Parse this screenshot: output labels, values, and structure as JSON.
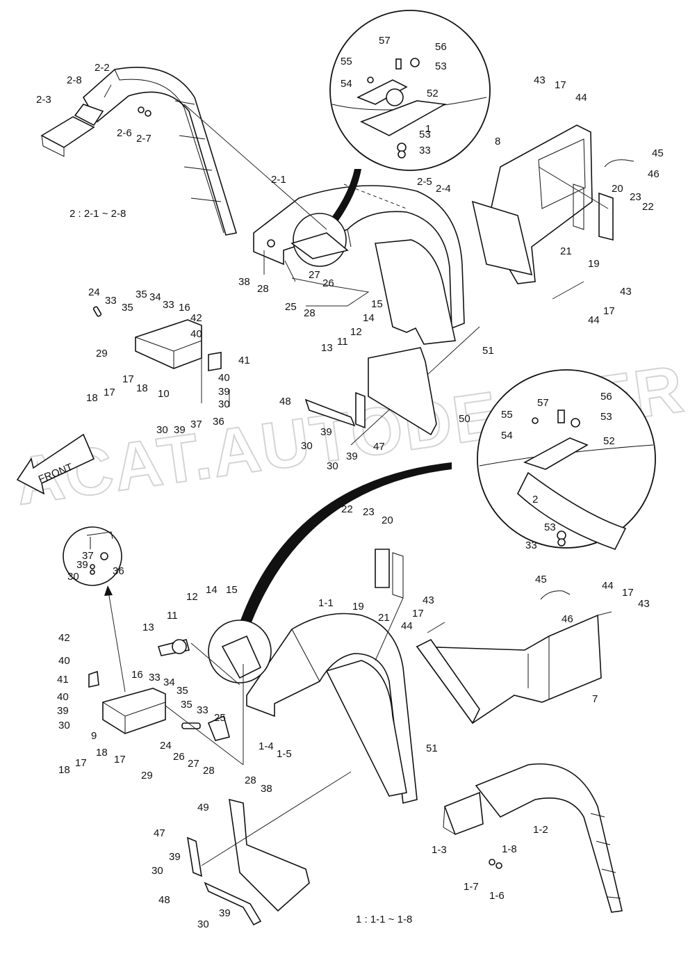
{
  "watermark": "ACAT.AUTODEALER.RU",
  "front_arrow_label": "FRONT",
  "group_notes": {
    "top": "2 : 2-1 ~ 2-8",
    "bottom": "1 : 1-1 ~ 1-8"
  },
  "callouts": [
    {
      "id": "c1",
      "text": "2-3"
    },
    {
      "id": "c2",
      "text": "2-8"
    },
    {
      "id": "c3",
      "text": "2-2"
    },
    {
      "id": "c4",
      "text": "2-6"
    },
    {
      "id": "c5",
      "text": "2-7"
    },
    {
      "id": "c6",
      "text": "57"
    },
    {
      "id": "c7",
      "text": "56"
    },
    {
      "id": "c8",
      "text": "55"
    },
    {
      "id": "c9",
      "text": "53"
    },
    {
      "id": "c10",
      "text": "54"
    },
    {
      "id": "c11",
      "text": "52"
    },
    {
      "id": "c12",
      "text": "1"
    },
    {
      "id": "c13",
      "text": "53"
    },
    {
      "id": "c14",
      "text": "33"
    },
    {
      "id": "c15",
      "text": "43"
    },
    {
      "id": "c16",
      "text": "17"
    },
    {
      "id": "c17",
      "text": "44"
    },
    {
      "id": "c18",
      "text": "8"
    },
    {
      "id": "c19",
      "text": "45"
    },
    {
      "id": "c20",
      "text": "46"
    },
    {
      "id": "c21",
      "text": "20"
    },
    {
      "id": "c22",
      "text": "23"
    },
    {
      "id": "c23",
      "text": "22"
    },
    {
      "id": "c24",
      "text": "21"
    },
    {
      "id": "c25",
      "text": "19"
    },
    {
      "id": "c26",
      "text": "43"
    },
    {
      "id": "c27",
      "text": "17"
    },
    {
      "id": "c28",
      "text": "44"
    },
    {
      "id": "c29",
      "text": "2-1"
    },
    {
      "id": "c30",
      "text": "2-5"
    },
    {
      "id": "c31",
      "text": "2-4"
    },
    {
      "id": "c32",
      "text": "38"
    },
    {
      "id": "c33",
      "text": "28"
    },
    {
      "id": "c34",
      "text": "27"
    },
    {
      "id": "c35",
      "text": "26"
    },
    {
      "id": "c36",
      "text": "25"
    },
    {
      "id": "c37",
      "text": "28"
    },
    {
      "id": "c38",
      "text": "15"
    },
    {
      "id": "c39",
      "text": "14"
    },
    {
      "id": "c40",
      "text": "12"
    },
    {
      "id": "c41",
      "text": "11"
    },
    {
      "id": "c42",
      "text": "13"
    },
    {
      "id": "c43",
      "text": "51"
    },
    {
      "id": "c44",
      "text": "24"
    },
    {
      "id": "c45",
      "text": "33"
    },
    {
      "id": "c46",
      "text": "35"
    },
    {
      "id": "c47",
      "text": "35"
    },
    {
      "id": "c48",
      "text": "34"
    },
    {
      "id": "c49",
      "text": "33"
    },
    {
      "id": "c50",
      "text": "16"
    },
    {
      "id": "c51",
      "text": "42"
    },
    {
      "id": "c52",
      "text": "40"
    },
    {
      "id": "c53",
      "text": "29"
    },
    {
      "id": "c54",
      "text": "41"
    },
    {
      "id": "c55",
      "text": "17"
    },
    {
      "id": "c56",
      "text": "18"
    },
    {
      "id": "c57",
      "text": "40"
    },
    {
      "id": "c58",
      "text": "39"
    },
    {
      "id": "c59",
      "text": "18"
    },
    {
      "id": "c60",
      "text": "17"
    },
    {
      "id": "c61",
      "text": "10"
    },
    {
      "id": "c62",
      "text": "30"
    },
    {
      "id": "c63",
      "text": "30"
    },
    {
      "id": "c64",
      "text": "39"
    },
    {
      "id": "c65",
      "text": "37"
    },
    {
      "id": "c66",
      "text": "36"
    },
    {
      "id": "c67",
      "text": "48"
    },
    {
      "id": "c68",
      "text": "39"
    },
    {
      "id": "c69",
      "text": "50"
    },
    {
      "id": "c70",
      "text": "30"
    },
    {
      "id": "c71",
      "text": "47"
    },
    {
      "id": "c72",
      "text": "30"
    },
    {
      "id": "c73",
      "text": "39"
    },
    {
      "id": "c74",
      "text": "57"
    },
    {
      "id": "c75",
      "text": "56"
    },
    {
      "id": "c76",
      "text": "55"
    },
    {
      "id": "c77",
      "text": "53"
    },
    {
      "id": "c78",
      "text": "54"
    },
    {
      "id": "c79",
      "text": "52"
    },
    {
      "id": "c80",
      "text": "2"
    },
    {
      "id": "c81",
      "text": "53"
    },
    {
      "id": "c82",
      "text": "33"
    },
    {
      "id": "c83",
      "text": "22"
    },
    {
      "id": "c84",
      "text": "23"
    },
    {
      "id": "c85",
      "text": "20"
    },
    {
      "id": "c86",
      "text": "19"
    },
    {
      "id": "c87",
      "text": "21"
    },
    {
      "id": "c88",
      "text": "37"
    },
    {
      "id": "c89",
      "text": "39"
    },
    {
      "id": "c90",
      "text": "36"
    },
    {
      "id": "c91",
      "text": "30"
    },
    {
      "id": "c92",
      "text": "14"
    },
    {
      "id": "c93",
      "text": "15"
    },
    {
      "id": "c94",
      "text": "12"
    },
    {
      "id": "c95",
      "text": "1-1"
    },
    {
      "id": "c96",
      "text": "11"
    },
    {
      "id": "c97",
      "text": "13"
    },
    {
      "id": "c98",
      "text": "42"
    },
    {
      "id": "c99",
      "text": "40"
    },
    {
      "id": "c100",
      "text": "41"
    },
    {
      "id": "c101",
      "text": "40"
    },
    {
      "id": "c102",
      "text": "39"
    },
    {
      "id": "c103",
      "text": "30"
    },
    {
      "id": "c104",
      "text": "16"
    },
    {
      "id": "c105",
      "text": "33"
    },
    {
      "id": "c106",
      "text": "34"
    },
    {
      "id": "c107",
      "text": "35"
    },
    {
      "id": "c108",
      "text": "9"
    },
    {
      "id": "c109",
      "text": "35"
    },
    {
      "id": "c110",
      "text": "33"
    },
    {
      "id": "c111",
      "text": "25"
    },
    {
      "id": "c112",
      "text": "24"
    },
    {
      "id": "c113",
      "text": "18"
    },
    {
      "id": "c114",
      "text": "17"
    },
    {
      "id": "c115",
      "text": "18"
    },
    {
      "id": "c116",
      "text": "17"
    },
    {
      "id": "c117",
      "text": "29"
    },
    {
      "id": "c118",
      "text": "26"
    },
    {
      "id": "c119",
      "text": "27"
    },
    {
      "id": "c120",
      "text": "28"
    },
    {
      "id": "c121",
      "text": "28"
    },
    {
      "id": "c122",
      "text": "38"
    },
    {
      "id": "c123",
      "text": "1-4"
    },
    {
      "id": "c124",
      "text": "1-5"
    },
    {
      "id": "c125",
      "text": "51"
    },
    {
      "id": "c126",
      "text": "45"
    },
    {
      "id": "c127",
      "text": "44"
    },
    {
      "id": "c128",
      "text": "17"
    },
    {
      "id": "c129",
      "text": "43"
    },
    {
      "id": "c130",
      "text": "46"
    },
    {
      "id": "c131",
      "text": "43"
    },
    {
      "id": "c132",
      "text": "17"
    },
    {
      "id": "c133",
      "text": "44"
    },
    {
      "id": "c134",
      "text": "7"
    },
    {
      "id": "c135",
      "text": "49"
    },
    {
      "id": "c136",
      "text": "1-2"
    },
    {
      "id": "c137",
      "text": "1-3"
    },
    {
      "id": "c138",
      "text": "1-8"
    },
    {
      "id": "c139",
      "text": "47"
    },
    {
      "id": "c140",
      "text": "39"
    },
    {
      "id": "c141",
      "text": "30"
    },
    {
      "id": "c142",
      "text": "1-7"
    },
    {
      "id": "c143",
      "text": "1-6"
    },
    {
      "id": "c144",
      "text": "48"
    },
    {
      "id": "c145",
      "text": "39"
    },
    {
      "id": "c146",
      "text": "30"
    }
  ]
}
